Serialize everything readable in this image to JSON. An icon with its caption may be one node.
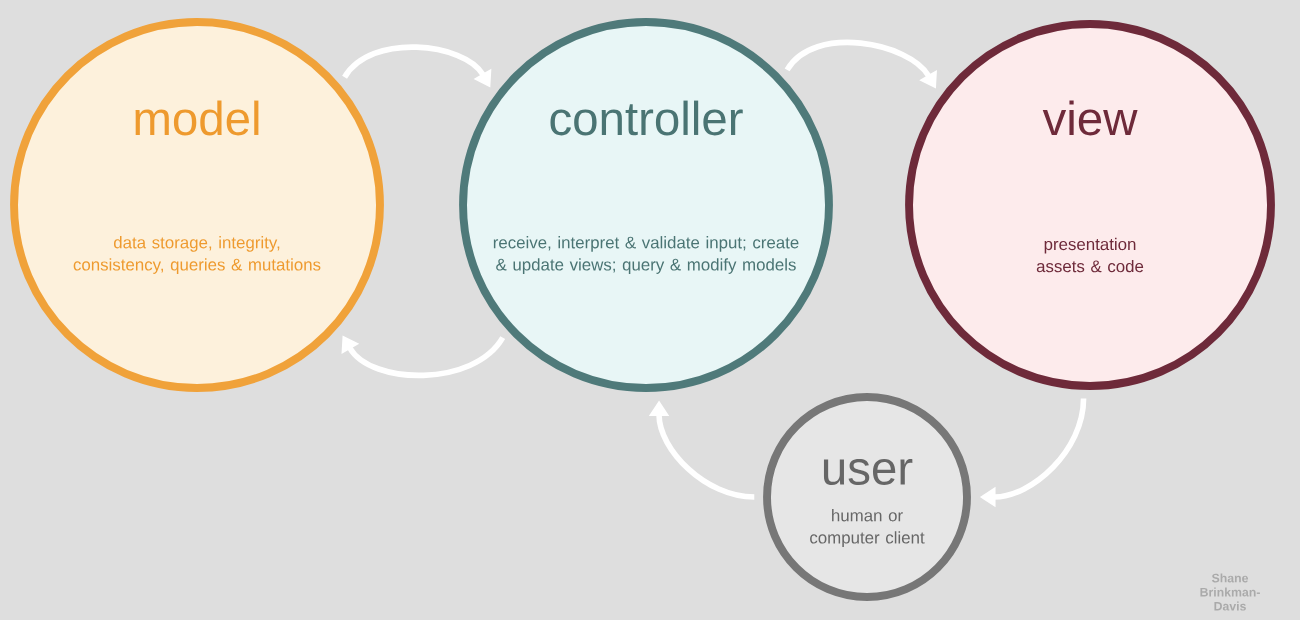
{
  "diagram": {
    "nodes": [
      {
        "text": [
          "model",
          "data storage, integrity, consistency, queries & mutations"
        ]
      },
      {
        "text": [
          "controller",
          "receive, interpret & validate input; create & update views; query & modify models"
        ]
      },
      {
        "text": [
          "view",
          "presentation assets & code"
        ]
      },
      {
        "text": [
          "user",
          "human or computer client"
        ]
      }
    ],
    "edges": [
      {
        "from": 0,
        "to": 1,
        "arrow": "to"
      },
      {
        "from": 1,
        "to": 0,
        "arrow": "to"
      },
      {
        "from": 1,
        "to": 2,
        "arrow": "to"
      },
      {
        "from": 2,
        "to": 3,
        "arrow": "to"
      },
      {
        "from": 3,
        "to": 1,
        "arrow": "to"
      }
    ],
    "labels": [
      "Shane Brinkman-Davis"
    ]
  }
}
